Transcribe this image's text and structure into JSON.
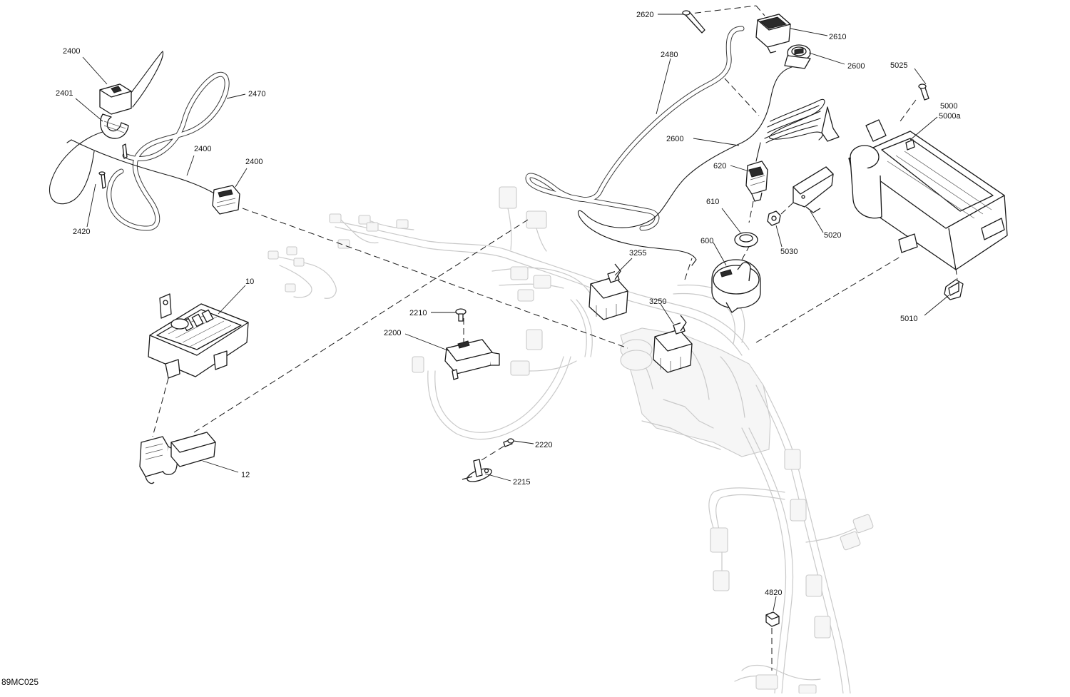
{
  "diagram_id": "89MC025",
  "callouts": [
    {
      "id": "c2400a",
      "text": "2400"
    },
    {
      "id": "c2401",
      "text": "2401"
    },
    {
      "id": "c2470",
      "text": "2470"
    },
    {
      "id": "c2400b",
      "text": "2400"
    },
    {
      "id": "c2400c",
      "text": "2400"
    },
    {
      "id": "c2420",
      "text": "2420"
    },
    {
      "id": "c10",
      "text": "10"
    },
    {
      "id": "c12",
      "text": "12"
    },
    {
      "id": "c2210",
      "text": "2210"
    },
    {
      "id": "c2200",
      "text": "2200"
    },
    {
      "id": "c2220",
      "text": "2220"
    },
    {
      "id": "c2215",
      "text": "2215"
    },
    {
      "id": "c3255",
      "text": "3255"
    },
    {
      "id": "c3250",
      "text": "3250"
    },
    {
      "id": "c2620",
      "text": "2620"
    },
    {
      "id": "c2610",
      "text": "2610"
    },
    {
      "id": "c2600a",
      "text": "2600"
    },
    {
      "id": "c2480",
      "text": "2480"
    },
    {
      "id": "c2600b",
      "text": "2600"
    },
    {
      "id": "c620",
      "text": "620"
    },
    {
      "id": "c610",
      "text": "610"
    },
    {
      "id": "c600",
      "text": "600"
    },
    {
      "id": "c5025",
      "text": "5025"
    },
    {
      "id": "c5000",
      "text": "5000"
    },
    {
      "id": "c5000a",
      "text": "5000a"
    },
    {
      "id": "c5020",
      "text": "5020"
    },
    {
      "id": "c5030",
      "text": "5030"
    },
    {
      "id": "c5010",
      "text": "5010"
    },
    {
      "id": "c4820",
      "text": "4820"
    }
  ]
}
